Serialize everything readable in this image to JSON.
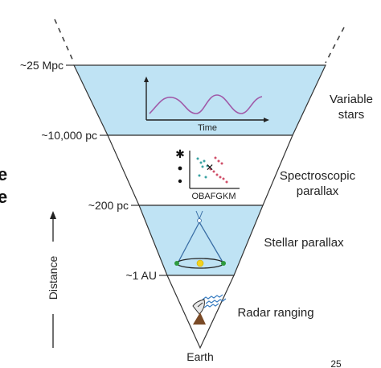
{
  "distance_markers": [
    "~25 Mpc",
    "~10,000 pc",
    "~200 pc",
    "~1 AU"
  ],
  "methods": {
    "variable": "Variable\nstars",
    "spectroscopic": "Spectroscopic\nparallax",
    "stellar": "Stellar parallax",
    "radar": "Radar ranging"
  },
  "axis_label": "Distance",
  "base_label": "Earth",
  "variable_plot_xlabel": "Time",
  "hr_plot_xlabel": "OBAFGKM",
  "page_number": "25",
  "edge_fragments": [
    "e",
    "e"
  ],
  "colors": {
    "band_blue": "#bfe3f4",
    "outline": "#333333",
    "curve": "#a05aa8",
    "parallax_blue": "#3a6ea5",
    "earth_green": "#2e9a3e",
    "sun_yellow": "#f3d21c",
    "radar_blue": "#3a7ec2",
    "dish_brown": "#7a4a26"
  }
}
